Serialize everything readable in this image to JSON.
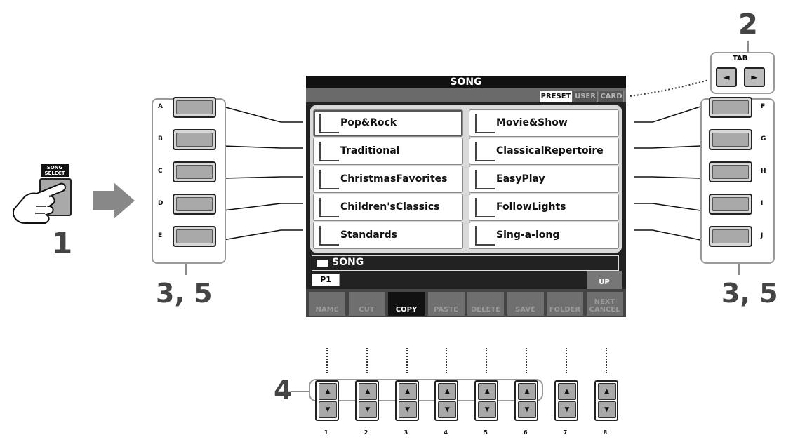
{
  "steps": {
    "one": "1",
    "two": "2",
    "three_five_left": "3, 5",
    "three_five_right": "3, 5",
    "four": "4"
  },
  "song_select": {
    "label_line1": "SONG",
    "label_line2": "SELECT"
  },
  "tab_group": {
    "label": "TAB",
    "left": "◄",
    "right": "►"
  },
  "left_buttons": [
    "A",
    "B",
    "C",
    "D",
    "E"
  ],
  "right_buttons": [
    "F",
    "G",
    "H",
    "I",
    "J"
  ],
  "lcd": {
    "title": "SONG",
    "tabs": [
      "PRESET",
      "USER",
      "CARD"
    ],
    "active_tab": "PRESET",
    "left_items": [
      "Pop&Rock",
      "Traditional",
      "ChristmasFavorites",
      "Children'sClassics",
      "Standards"
    ],
    "right_items": [
      "Movie&Show",
      "ClassicalRepertoire",
      "EasyPlay",
      "FollowLights",
      "Sing-a-long"
    ],
    "path": "SONG",
    "page": "P1",
    "up": "UP",
    "functions": [
      "NAME",
      "CUT",
      "COPY",
      "PASTE",
      "DELETE",
      "SAVE",
      "FOLDER",
      "NEXT CANCEL"
    ],
    "active_function": "COPY"
  },
  "number_buttons": [
    "1",
    "2",
    "3",
    "4",
    "5",
    "6",
    "7",
    "8"
  ],
  "colors": {
    "lcd_bg": "#222222",
    "button_fill": "#a9a9a9",
    "arrow": "#888888",
    "step_text": "#444444"
  }
}
